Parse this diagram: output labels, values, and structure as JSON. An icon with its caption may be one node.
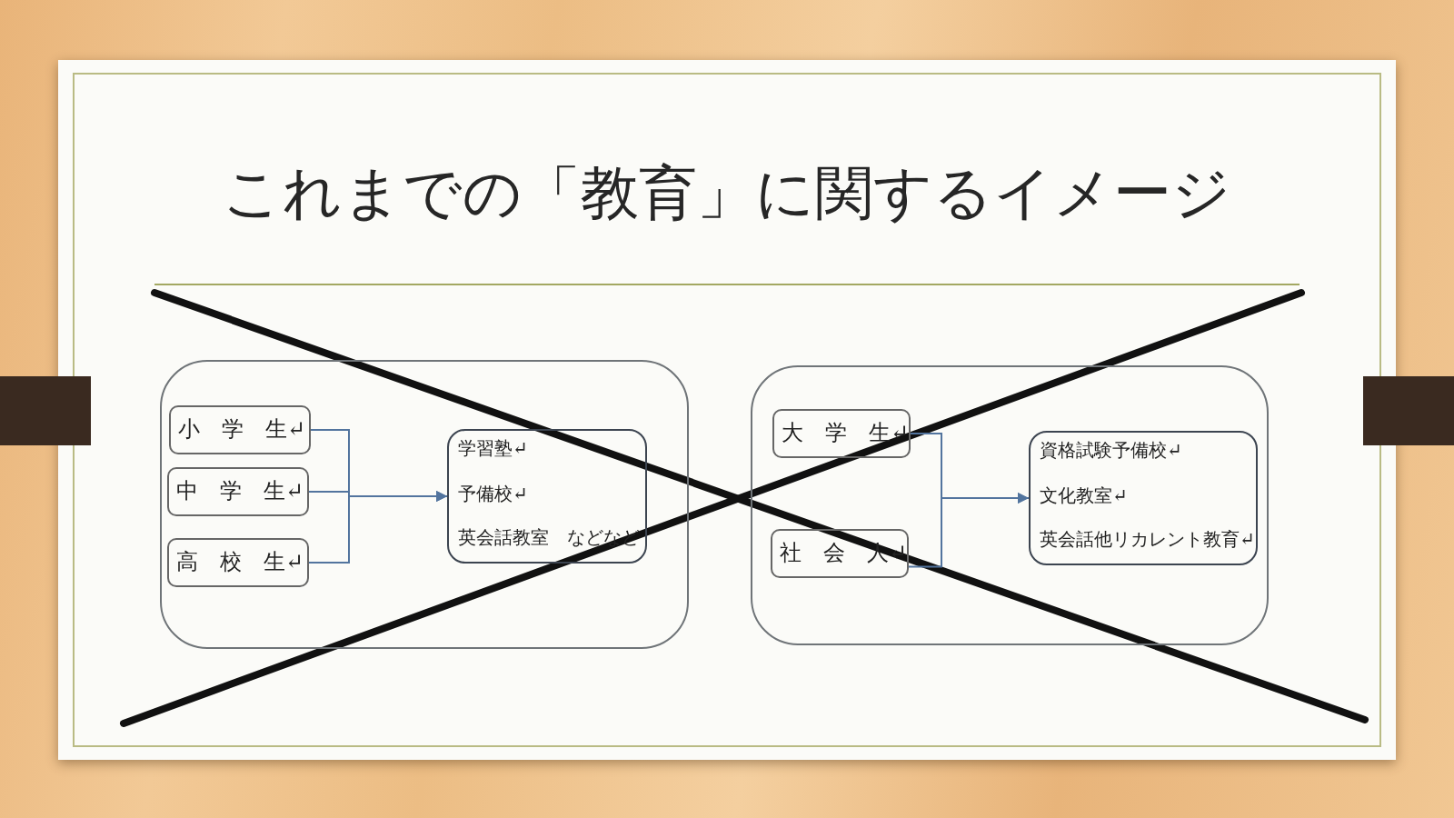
{
  "diagram": {
    "title": "これまでの「教育」に関するイメージ",
    "nodes": [
      {
        "text": [],
        "shape": "box"
      },
      {
        "text": [
          "小　学　生↵"
        ],
        "in": 0
      },
      {
        "text": [
          "中　学　生↵"
        ],
        "in": 0
      },
      {
        "text": [
          "高　校　生↵"
        ],
        "in": 0
      },
      {
        "text": [
          "学習塾↵",
          "予備校↵",
          "英会話教室　などなど"
        ],
        "in": 0
      },
      {
        "text": [],
        "shape": "box"
      },
      {
        "text": [
          "大　学　生↵"
        ],
        "in": 5
      },
      {
        "text": [
          "社　会　人↵"
        ],
        "in": 5
      },
      {
        "text": [
          "資格試験予備校↵",
          "文化教室↵",
          "英会話他リカレント教育↵"
        ],
        "in": 5
      }
    ],
    "edges": [
      {
        "from": 1,
        "to": 4,
        "arrow": "to"
      },
      {
        "from": 2,
        "to": 4,
        "arrow": "to"
      },
      {
        "from": 3,
        "to": 4,
        "arrow": "to"
      },
      {
        "from": 6,
        "to": 8,
        "arrow": "to"
      },
      {
        "from": 7,
        "to": 8,
        "arrow": "to"
      }
    ]
  }
}
